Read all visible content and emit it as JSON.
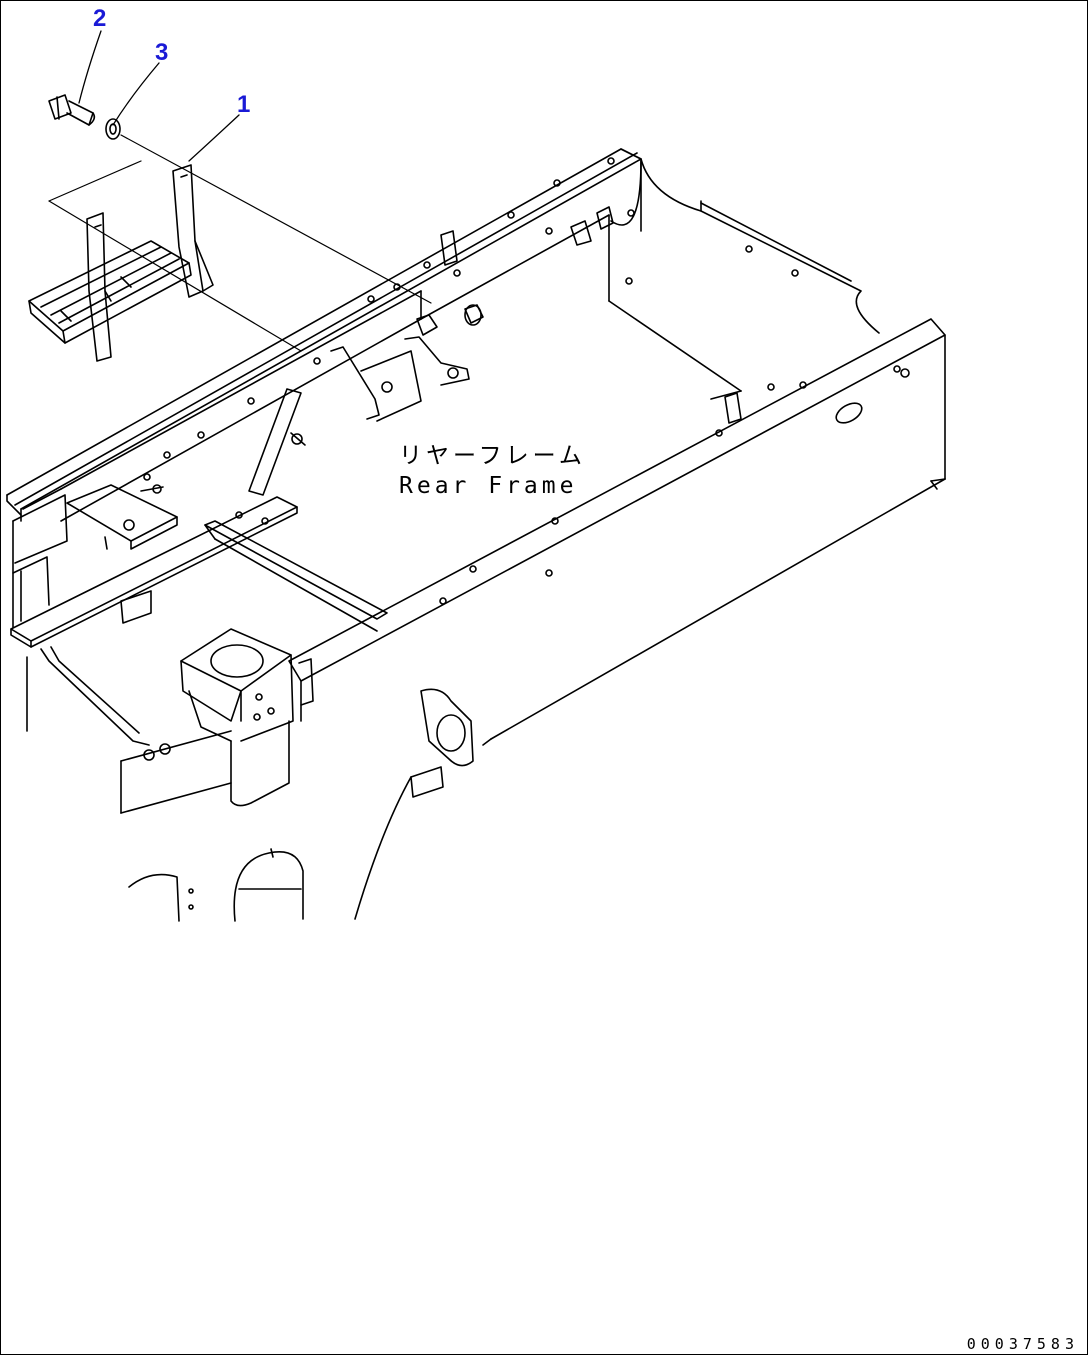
{
  "labels": {
    "frame_jp": "リヤーフレーム",
    "frame_en": "Rear Frame",
    "drawing_number": "00037583"
  },
  "callouts": [
    {
      "number": "2",
      "part": "bolt"
    },
    {
      "number": "3",
      "part": "washer"
    },
    {
      "number": "1",
      "part": "step"
    }
  ],
  "colors": {
    "callout": "#1a1ad6",
    "line": "#000000"
  }
}
